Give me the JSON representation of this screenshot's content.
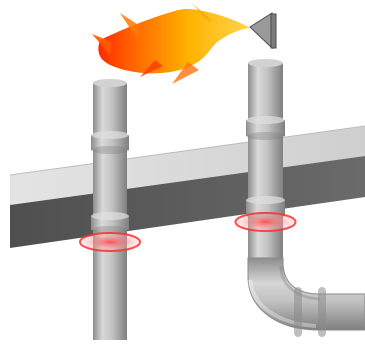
{
  "scene": {
    "elements": [
      "flame",
      "torch-nozzle",
      "left-pipe",
      "right-pipe-with-elbow",
      "wall-section",
      "heated-joint-left",
      "heated-joint-right"
    ]
  },
  "colors": {
    "background": "#ffffff",
    "pipe_light": "#d9d9d9",
    "pipe_mid": "#b7b7b7",
    "pipe_dark": "#8a8a8a",
    "wall_top": "#d8d8d8",
    "wall_face": "#5a5a5a",
    "wall_edge": "#bdbdbd",
    "flame_outer": "#ff3d00",
    "flame_mid": "#ff8f00",
    "flame_inner": "#ffd54f",
    "heat_ring": "#ff4d4d",
    "heat_glow": "#ffc2c2",
    "nozzle": "#9a9a9a"
  }
}
